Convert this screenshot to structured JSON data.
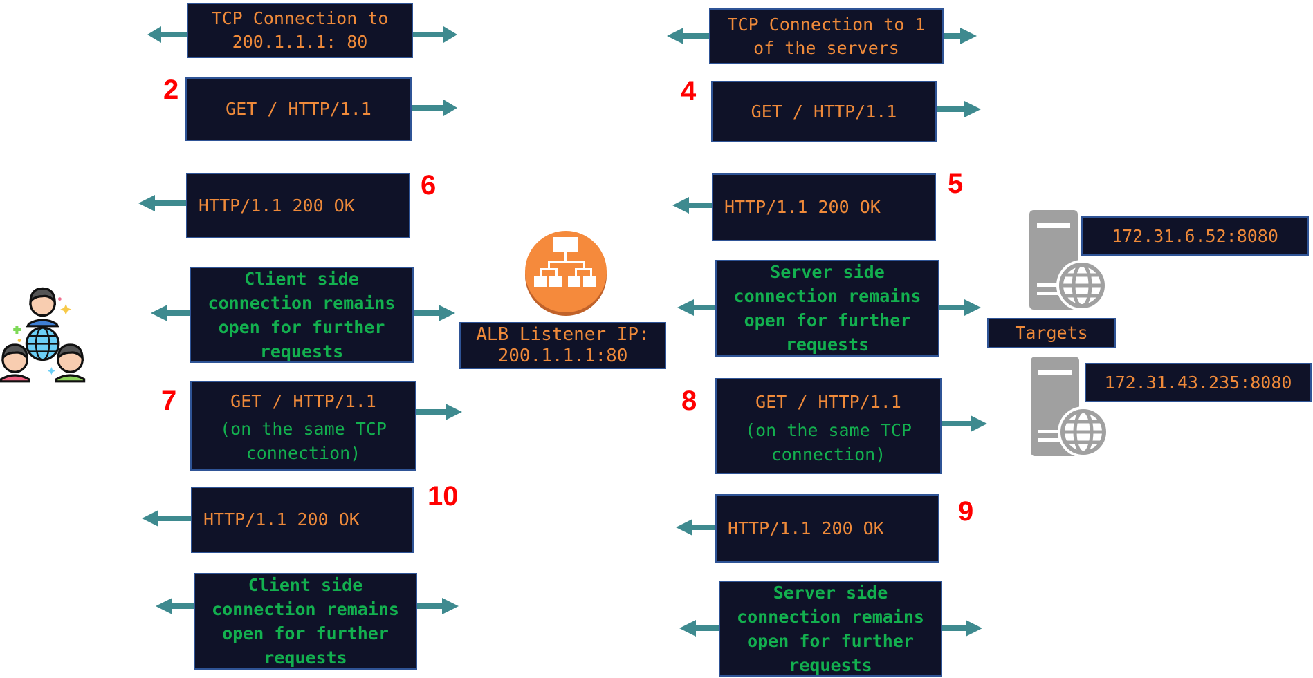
{
  "client": {
    "tcp_connect": {
      "line1": "TCP Connection to",
      "line2": "200.1.1.1: 80"
    },
    "step2": {
      "number": "2",
      "text": "GET / HTTP/1.1"
    },
    "step6": {
      "number": "6",
      "text": "HTTP/1.1 200 OK"
    },
    "keepalive_1": {
      "line1": "Client side",
      "line2": "connection remains",
      "line3": "open for further",
      "line4": "requests"
    },
    "step7": {
      "number": "7",
      "line1": "GET / HTTP/1.1",
      "line2": "(on the same TCP",
      "line3": "connection)"
    },
    "step10": {
      "number": "10",
      "text": "HTTP/1.1 200 OK"
    },
    "keepalive_2": {
      "line1": "Client side",
      "line2": "connection remains",
      "line3": "open for further",
      "line4": "requests"
    }
  },
  "alb": {
    "icon": "load-balancer-icon",
    "line1": "ALB Listener IP:",
    "line2": "200.1.1.1:80"
  },
  "server_side": {
    "tcp_connect": {
      "line1": "TCP Connection to 1",
      "line2": "of the servers"
    },
    "step4": {
      "number": "4",
      "text": "GET / HTTP/1.1"
    },
    "step5": {
      "number": "5",
      "text": "HTTP/1.1 200 OK"
    },
    "keepalive_1": {
      "line1": "Server side",
      "line2": "connection remains",
      "line3": "open for further",
      "line4": "requests"
    },
    "step8": {
      "number": "8",
      "line1": "GET / HTTP/1.1",
      "line2": "(on the same TCP",
      "line3": "connection)"
    },
    "step9": {
      "number": "9",
      "text": "HTTP/1.1 200 OK"
    },
    "keepalive_2": {
      "line1": "Server side",
      "line2": "connection remains",
      "line3": "open for further",
      "line4": "requests"
    }
  },
  "targets": {
    "label": "Targets",
    "servers": [
      {
        "ip": "172.31.6.52:8080",
        "icon": "web-server-icon"
      },
      {
        "ip": "172.31.43.235:8080",
        "icon": "web-server-icon"
      }
    ]
  },
  "users_icon": "users-globe-icon",
  "colors": {
    "box_bg": "#0f1228",
    "box_border": "#2f5496",
    "request_text": "#ef8a3a",
    "keepalive_text": "#13b04f",
    "step_number": "#ff0000",
    "arrow": "#3e8a8f",
    "alb_icon": "#f58536",
    "server_icon": "#a0a0a0"
  }
}
